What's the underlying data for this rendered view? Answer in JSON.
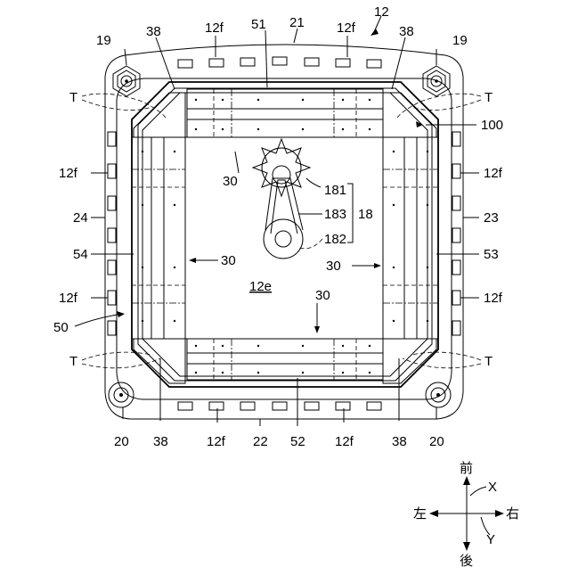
{
  "labels": {
    "n12": "12",
    "n12f": "12f",
    "n12e": "12e",
    "n19": "19",
    "n20": "20",
    "n21": "21",
    "n22": "22",
    "n23": "23",
    "n24": "24",
    "n30": "30",
    "n38": "38",
    "n50": "50",
    "n51": "51",
    "n52": "52",
    "n53": "53",
    "n54": "54",
    "n100": "100",
    "n18": "18",
    "n181": "181",
    "n182": "182",
    "n183": "183",
    "T": "T"
  },
  "directions": {
    "front": "前",
    "back": "後",
    "left": "左",
    "right": "右",
    "x_axis": "X",
    "y_axis": "Y"
  }
}
